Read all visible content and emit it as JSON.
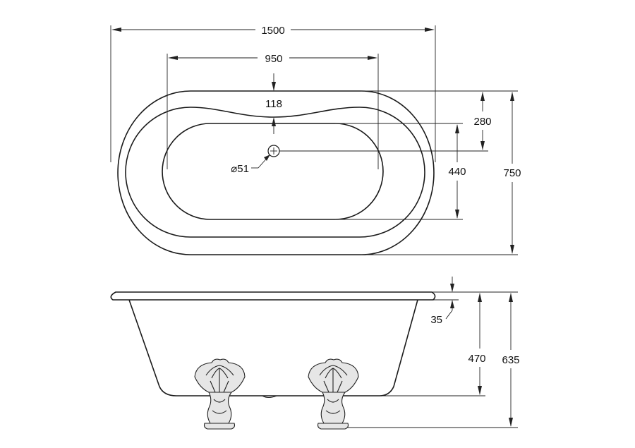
{
  "dimensions": {
    "overall_length": "1500",
    "inner_length": "950",
    "rim_dip": "118",
    "waste_offset": "280",
    "inner_width": "440",
    "overall_width": "750",
    "waste_diameter": "⌀51",
    "rim_thickness": "35",
    "bath_depth": "470",
    "overall_height": "635"
  },
  "colors": {
    "line": "#1a1a1a",
    "background": "#ffffff"
  }
}
